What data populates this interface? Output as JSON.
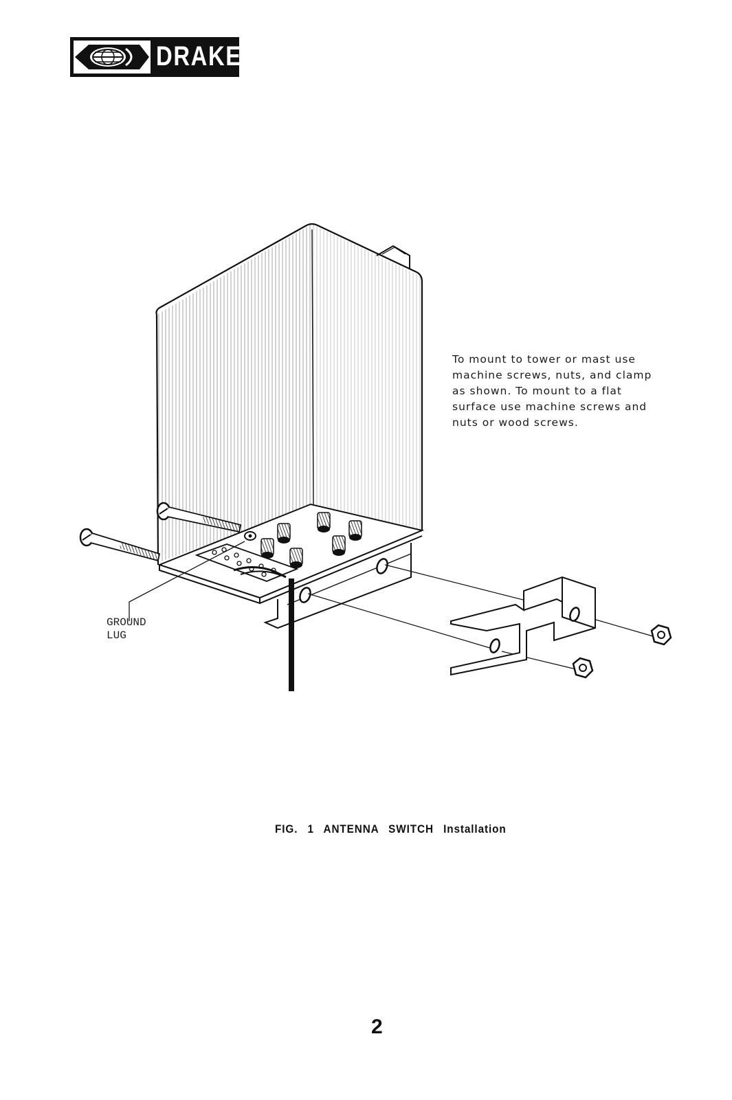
{
  "logo": {
    "text": "DRAKE",
    "icon": "drake-globe-emblem"
  },
  "figure": {
    "note": "To mount to tower or mast use\nmachine screws, nuts, and clamp\nas shown.  To mount to a flat\nsurface use machine screws and\nnuts or wood screws.",
    "ground_label": "GROUND\nLUG",
    "caption": "FIG. 1  ANTENNA  SWITCH  Installation"
  },
  "page_number": "2"
}
